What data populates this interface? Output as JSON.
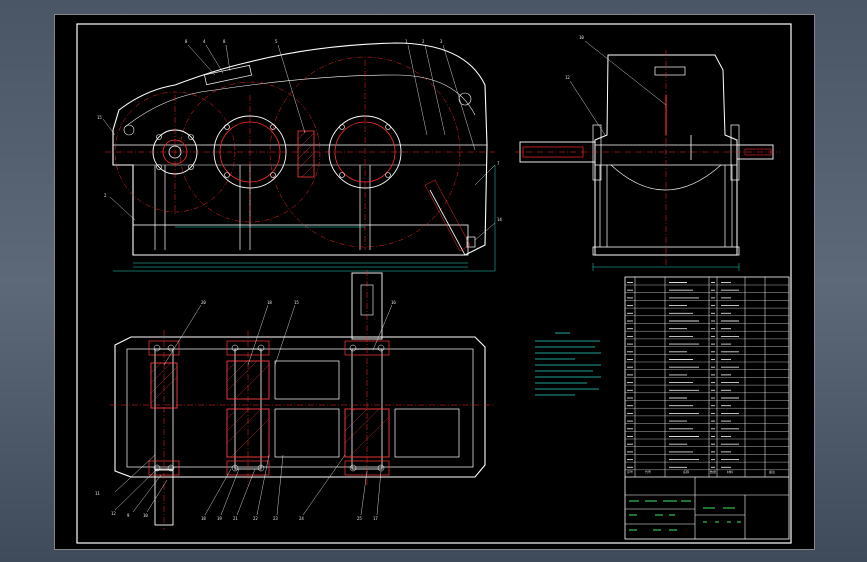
{
  "balloons_front": [
    "8",
    "4",
    "8",
    "5",
    "1",
    "2",
    "3",
    "7",
    "14",
    "15",
    "2",
    "3"
  ],
  "balloons_side": [
    "10",
    "12"
  ],
  "balloons_plan_top": [
    "20",
    "18",
    "15",
    "16"
  ],
  "balloons_plan_bottom": [
    "11",
    "12",
    "9",
    "10",
    "18",
    "19",
    "21",
    "22",
    "23",
    "24",
    "25",
    "17"
  ],
  "title_block": {
    "header_cols": [
      "序号",
      "代号",
      "名称",
      "数量",
      "材料",
      "备注"
    ]
  },
  "colors": {
    "outline": "#ffffff",
    "center_line": "#ff2a2a",
    "dimension": "#2ad6c9",
    "hatch": "#ff3b3b",
    "notes": "#2ad6c9",
    "titleblock_text": "#3bd35a",
    "sheet_bg": "#000000",
    "app_bg": "#4a5566"
  }
}
